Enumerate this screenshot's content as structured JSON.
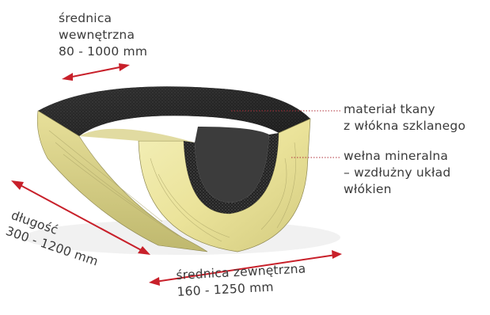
{
  "labels": {
    "inner_diameter": {
      "line1": "średnica",
      "line2": "wewnętrzna",
      "line3": "80 - 1000 mm"
    },
    "fabric": {
      "line1": "materiał tkany",
      "line2": "z włókna szklanego"
    },
    "wool": {
      "line1": "wełna mineralna",
      "line2": "– wzdłużny układ",
      "line3": "włókien"
    },
    "length": {
      "line1": "długość",
      "line2": "300 - 1200 mm"
    },
    "outer_diameter": {
      "line1": "średnica zewnętrzna",
      "line2": "160 - 1250 mm"
    }
  },
  "colors": {
    "arrow": "#c8202a",
    "wool_light": "#efeaa6",
    "wool_dark": "#cfc87a",
    "fabric": "#2a2a2a",
    "leader": "#b0303a"
  }
}
